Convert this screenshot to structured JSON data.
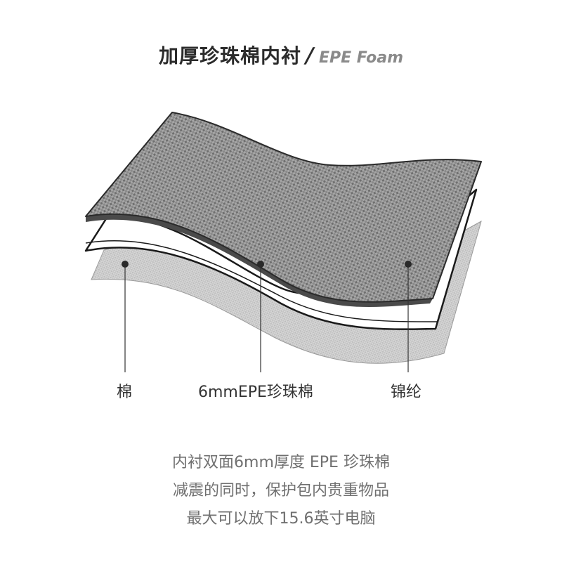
{
  "title": {
    "chinese": "加厚珍珠棉内衬",
    "separator": "/",
    "english": "EPE Foam"
  },
  "layers": {
    "cotton": "棉",
    "epe": "6mmEPE珍珠棉",
    "nylon": "锦纶"
  },
  "description": {
    "line1": "内衬双面6mm厚度 EPE 珍珠棉",
    "line2": "减震的同时，保护包内贵重物品",
    "line3": "最大可以放下15.6英寸电脑"
  },
  "colors": {
    "top_fabric": "#8c8c8c",
    "bottom_fabric": "#cfcfcf",
    "foam": "#ffffff",
    "outline": "#1a1a1a",
    "title_text": "#2b2b2b",
    "subtitle_text": "#8a8a8a",
    "label_text": "#333333",
    "description_text": "#707070"
  }
}
